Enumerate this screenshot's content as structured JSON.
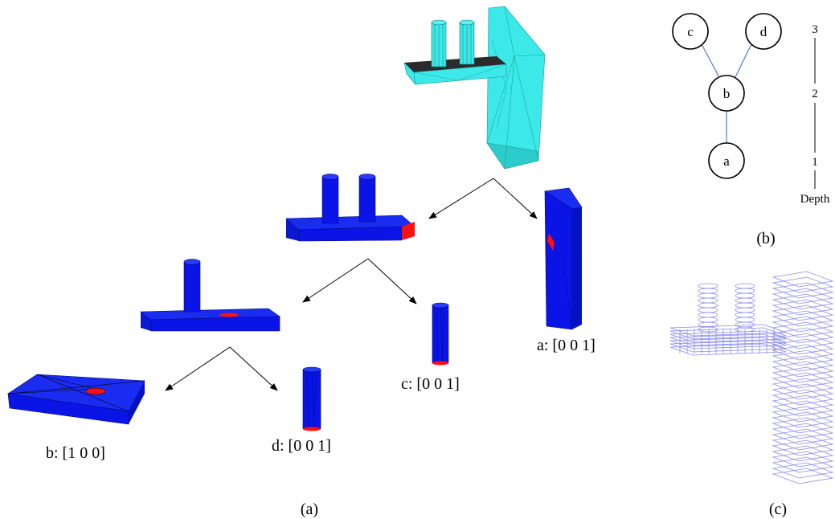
{
  "parts": {
    "a": "a: [0 0 1]",
    "b": "b: [1 0 0]",
    "c": "c: [0 0 1]",
    "d": "d: [0 0 1]"
  },
  "captions": {
    "a": "(a)",
    "b": "(b)",
    "c": "(c)"
  },
  "tree": {
    "nodes": [
      "c",
      "d",
      "b",
      "a"
    ],
    "depth_label": "Depth",
    "depth_ticks": [
      "3",
      "2",
      "1"
    ]
  },
  "colors": {
    "input_model": "#33e6e6",
    "segment": "#0a14e6",
    "face_highlight": "#ff1010",
    "tree_edge": "#5b84c4",
    "slices": "#8a8cf0"
  }
}
